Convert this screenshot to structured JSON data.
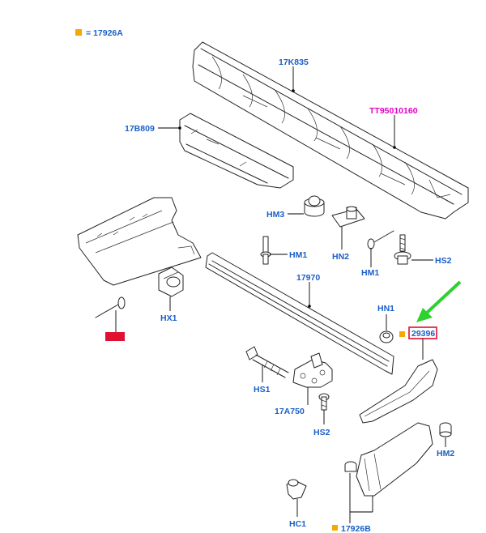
{
  "legend": {
    "marker_color": "#f5a800",
    "text": "= 17926A"
  },
  "labels": {
    "l_17K835": "17K835",
    "l_TT": "TT95010160",
    "l_17B809": "17B809",
    "l_HM3": "HM3",
    "l_HN2": "HN2",
    "l_HM1a": "HM1",
    "l_HM1b": "HM1",
    "l_HS2a": "HS2",
    "l_17970": "17970",
    "l_HX1": "HX1",
    "l_HN1": "HN1",
    "l_29396": "29396",
    "l_HS1": "HS1",
    "l_17A750": "17A750",
    "l_HS2b": "HS2",
    "l_HM2": "HM2",
    "l_HC1": "HC1",
    "l_17926B": "17926B"
  },
  "colors": {
    "label": "#1a5fc8",
    "highlight_label": "#e000c8",
    "callout": "#e01030",
    "arrow": "#2fd12f"
  }
}
